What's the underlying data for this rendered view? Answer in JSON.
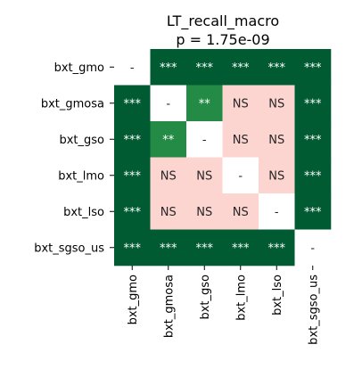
{
  "chart_data": {
    "type": "heatmap",
    "title": "LT_recall_macro",
    "subtitle": "p = 1.75e-09",
    "xlabel": "",
    "ylabel": "",
    "rows": [
      "bxt_gmo",
      "bxt_gmosa",
      "bxt_gso",
      "bxt_lmo",
      "bxt_lso",
      "bxt_sgso_us"
    ],
    "columns": [
      "bxt_gmo",
      "bxt_gmosa",
      "bxt_gso",
      "bxt_lmo",
      "bxt_lso",
      "bxt_sgso_us"
    ],
    "cells": [
      [
        "-",
        "***",
        "***",
        "***",
        "***",
        "***"
      ],
      [
        "***",
        "-",
        "**",
        "NS",
        "NS",
        "***"
      ],
      [
        "***",
        "**",
        "-",
        "NS",
        "NS",
        "***"
      ],
      [
        "***",
        "NS",
        "NS",
        "-",
        "NS",
        "***"
      ],
      [
        "***",
        "NS",
        "NS",
        "NS",
        "-",
        "***"
      ],
      [
        "***",
        "***",
        "***",
        "***",
        "***",
        "-"
      ]
    ],
    "colors": {
      "***": "#005a32",
      "**": "#238b45",
      "NS": "#fcd5d0",
      "-": "#ffffff"
    },
    "grid": false
  }
}
